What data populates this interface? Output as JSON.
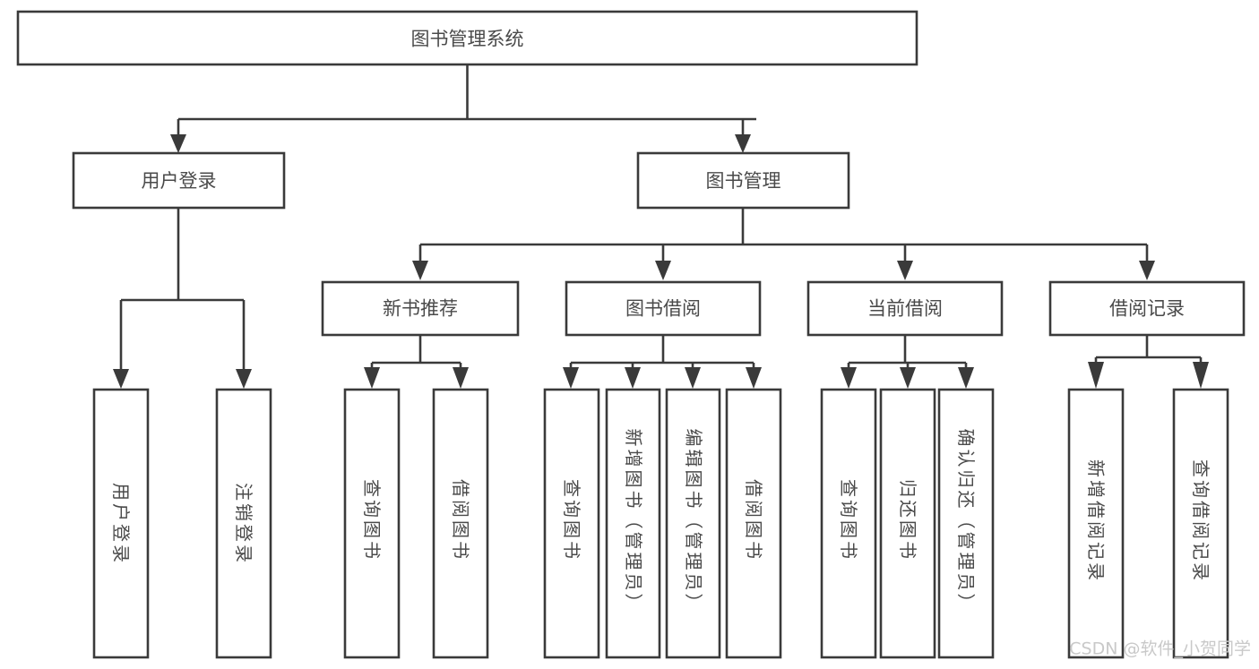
{
  "diagram": {
    "title": "图书管理系统",
    "type": "tree-hierarchy-diagram",
    "colors": {
      "background": "#ffffff",
      "box_stroke": "#3a3a3a",
      "box_fill": "#ffffff",
      "text": "#4a4a4a",
      "watermark": "#c9c9c9"
    },
    "root": {
      "label": "图书管理系统"
    },
    "level1": [
      {
        "label": "用户登录"
      },
      {
        "label": "图书管理"
      }
    ],
    "level2": [
      {
        "label": "新书推荐"
      },
      {
        "label": "图书借阅"
      },
      {
        "label": "当前借阅"
      },
      {
        "label": "借阅记录"
      }
    ],
    "leaves_user_login": [
      {
        "label": "用户登录"
      },
      {
        "label": "注销登录"
      }
    ],
    "leaves_new_books": [
      {
        "label": "查询图书"
      },
      {
        "label": "借阅图书"
      }
    ],
    "leaves_borrow_books": [
      {
        "label": "查询图书"
      },
      {
        "label": "新增图书（管理员）"
      },
      {
        "label": "编辑图书（管理员）"
      },
      {
        "label": "借阅图书"
      }
    ],
    "leaves_current_borrow": [
      {
        "label": "查询图书"
      },
      {
        "label": "归还图书"
      },
      {
        "label": "确认归还（管理员）"
      }
    ],
    "leaves_borrow_records": [
      {
        "label": "新增借阅记录"
      },
      {
        "label": "查询借阅记录"
      }
    ],
    "watermark": "CSDN @软件_小贺同学"
  },
  "chart_data": {
    "type": "tree",
    "title": "图书管理系统",
    "nodes": [
      {
        "id": "root",
        "label": "图书管理系统",
        "parent": null,
        "level": 0
      },
      {
        "id": "n1",
        "label": "用户登录",
        "parent": "root",
        "level": 1
      },
      {
        "id": "n2",
        "label": "图书管理",
        "parent": "root",
        "level": 1
      },
      {
        "id": "n1a",
        "label": "用户登录",
        "parent": "n1",
        "level": 2
      },
      {
        "id": "n1b",
        "label": "注销登录",
        "parent": "n1",
        "level": 2
      },
      {
        "id": "n2a",
        "label": "新书推荐",
        "parent": "n2",
        "level": 2
      },
      {
        "id": "n2b",
        "label": "图书借阅",
        "parent": "n2",
        "level": 2
      },
      {
        "id": "n2c",
        "label": "当前借阅",
        "parent": "n2",
        "level": 2
      },
      {
        "id": "n2d",
        "label": "借阅记录",
        "parent": "n2",
        "level": 2
      },
      {
        "id": "n2a1",
        "label": "查询图书",
        "parent": "n2a",
        "level": 3
      },
      {
        "id": "n2a2",
        "label": "借阅图书",
        "parent": "n2a",
        "level": 3
      },
      {
        "id": "n2b1",
        "label": "查询图书",
        "parent": "n2b",
        "level": 3
      },
      {
        "id": "n2b2",
        "label": "新增图书（管理员）",
        "parent": "n2b",
        "level": 3
      },
      {
        "id": "n2b3",
        "label": "编辑图书（管理员）",
        "parent": "n2b",
        "level": 3
      },
      {
        "id": "n2b4",
        "label": "借阅图书",
        "parent": "n2b",
        "level": 3
      },
      {
        "id": "n2c1",
        "label": "查询图书",
        "parent": "n2c",
        "level": 3
      },
      {
        "id": "n2c2",
        "label": "归还图书",
        "parent": "n2c",
        "level": 3
      },
      {
        "id": "n2c3",
        "label": "确认归还（管理员）",
        "parent": "n2c",
        "level": 3
      },
      {
        "id": "n2d1",
        "label": "新增借阅记录",
        "parent": "n2d",
        "level": 3
      },
      {
        "id": "n2d2",
        "label": "查询借阅记录",
        "parent": "n2d",
        "level": 3
      }
    ]
  }
}
